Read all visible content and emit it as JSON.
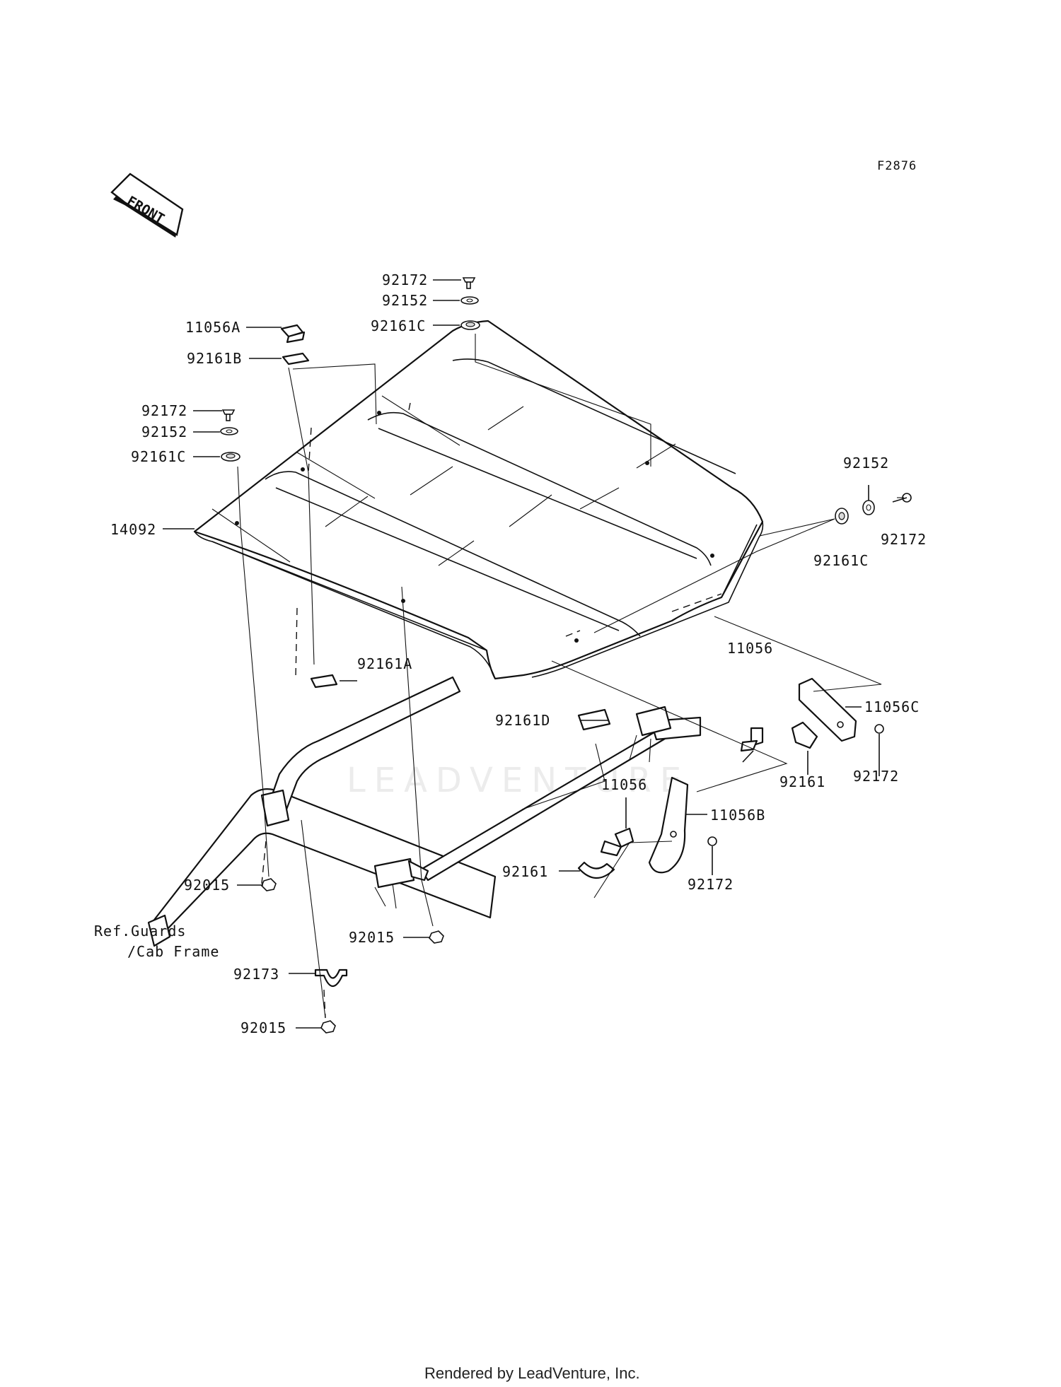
{
  "figure_code": "F2876",
  "front_label": "FRONT",
  "credit": "Rendered by LeadVenture, Inc.",
  "watermark": "LEADVENTURE",
  "colors": {
    "ink": "#111111",
    "background": "#ffffff",
    "watermark": "#ececec"
  },
  "callouts": {
    "c92172_top": "92172",
    "c92152_top": "92152",
    "c92161C_top": "92161C",
    "c11056A": "11056A",
    "c92161B": "92161B",
    "c92172_left": "92172",
    "c92152_left": "92152",
    "c92161C_left": "92161C",
    "c14092": "14092",
    "c92152_right": "92152",
    "c92172_right": "92172",
    "c92161C_right": "92161C",
    "c92161A": "92161A",
    "c11056_r": "11056",
    "c11056C": "11056C",
    "c92161D": "92161D",
    "c92161_r": "92161",
    "c92172_r2": "92172",
    "c11056_m": "11056",
    "c11056B": "11056B",
    "c92161_m": "92161",
    "c92172_m": "92172",
    "c92015_a": "92015",
    "c92015_b": "92015",
    "c92173": "92173",
    "c92015_c": "92015",
    "ref_line1": "Ref.Guards",
    "ref_line2": "/Cab Frame"
  }
}
